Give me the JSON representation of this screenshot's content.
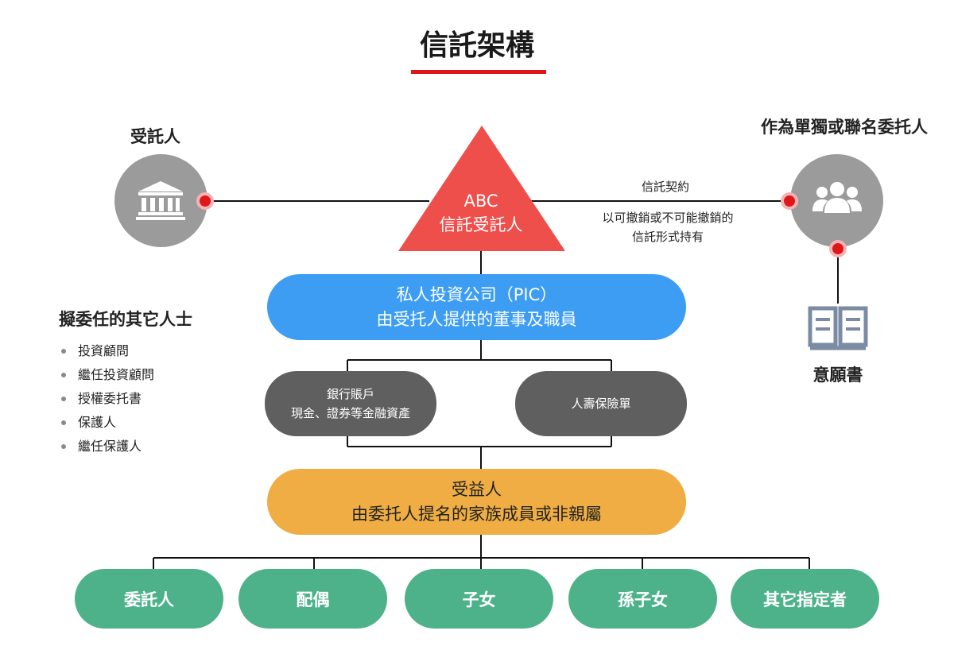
{
  "title": "信託架構",
  "colors": {
    "accent_red": "#e0161b",
    "triangle": "#ee4f4b",
    "blue": "#3d9df3",
    "grey_box": "#5f5f5f",
    "orange": "#efad43",
    "green": "#4db28a",
    "circle": "#9b9b9b",
    "book_icon": "#7a8ba3"
  },
  "trustee": {
    "label": "受託人",
    "icon": "bank-icon"
  },
  "settlor": {
    "label": "作為單獨或聯名委托人",
    "icon": "users-group-icon"
  },
  "triangle": {
    "line1": "ABC",
    "line2": "信託受託人"
  },
  "contract": {
    "label": "信託契約",
    "note_line1": "以可撤銷或不可能撤銷的",
    "note_line2": "信託形式持有"
  },
  "letter_of_wishes": {
    "label": "意願書",
    "icon": "open-book-icon"
  },
  "appointees": {
    "heading": "擬委任的其它人士",
    "items": [
      "投資顧問",
      "繼任投資顧問",
      "授權委托書",
      "保護人",
      "繼任保護人"
    ]
  },
  "pic": {
    "line1": "私人投資公司（PIC）",
    "line2": "由受托人提供的董事及職員"
  },
  "assets": [
    {
      "line1": "銀行賬戶",
      "line2": "現金、證券等金融資產"
    },
    {
      "line1": "人壽保險單",
      "line2": ""
    }
  ],
  "beneficiary": {
    "line1": "受益人",
    "line2": "由委托人提名的家族成員或非親屬"
  },
  "beneficiary_types": [
    "委託人",
    "配偶",
    "子女",
    "孫子女",
    "其它指定者"
  ]
}
